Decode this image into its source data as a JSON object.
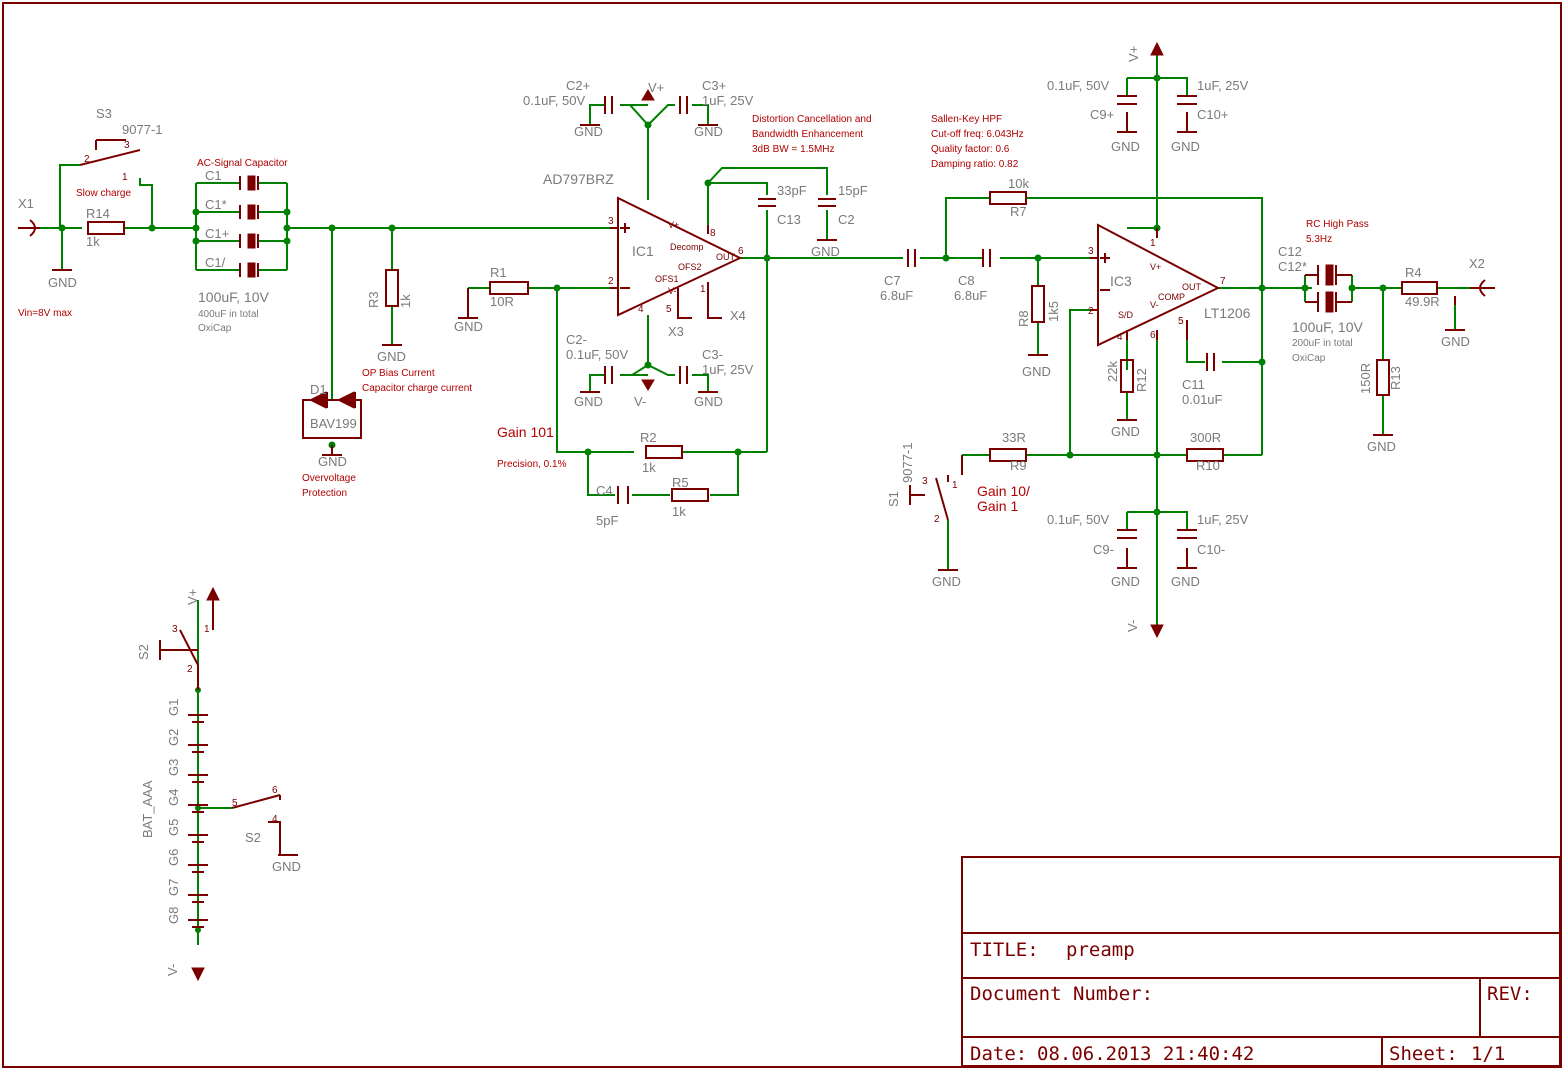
{
  "title_block": {
    "title_label": "TITLE:",
    "title": "preamp",
    "docnum_label": "Document Number:",
    "rev_label": "REV:",
    "date_label": "Date:",
    "date": "08.06.2013 21:40:42",
    "sheet_label": "Sheet:",
    "sheet": "1/1"
  },
  "components": {
    "X1": "X1",
    "X2": "X2",
    "X3": "X3",
    "X4": "X4",
    "S1": "S1",
    "S2": "S2",
    "S3": "S3",
    "S9077": "9077-1",
    "R14": "R14",
    "R14_val": "1k",
    "R3": "R3",
    "R3_val": "1k",
    "R1": "R1",
    "R1_val": "10R",
    "R2": "R2",
    "R2_val": "1k",
    "R5": "R5",
    "R5_val": "1k",
    "R7": "R7",
    "R7_val": "10k",
    "R8": "R8",
    "R8_val": "1k5",
    "R9": "R9",
    "R9_val": "33R",
    "R10": "R10",
    "R10_val": "300R",
    "R12": "R12",
    "R12_val": "22k",
    "R13": "R13",
    "R13_val": "150R",
    "R4": "R4",
    "R4_val": "49.9R",
    "C1": "C1",
    "C1s": "C1*",
    "C1p": "C1+",
    "C1sl": "C1/",
    "C1_val": "100uF, 10V",
    "C1_note1": "400uF in total",
    "C1_note2": "OxiCap",
    "C2p": "C2+",
    "C2p_val": "0.1uF, 50V",
    "C3p": "C3+",
    "C3p_val": "1uF, 25V",
    "C2m": "C2-",
    "C2m_val": "0.1uF, 50V",
    "C3m": "C3-",
    "C3m_val": "1uF, 25V",
    "C13": "C13",
    "C13_val": "33pF",
    "C2": "C2",
    "C2_val": "15pF",
    "C4": "C4",
    "C4_val": "5pF",
    "C7": "C7",
    "C7_val": "6.8uF",
    "C8": "C8",
    "C8_val": "6.8uF",
    "C9p": "C9+",
    "C9p_val": "0.1uF, 50V",
    "C10p": "C10+",
    "C10p_val": "1uF, 25V",
    "C9m": "C9-",
    "C9m_val": "0.1uF, 50V",
    "C10m": "C10-",
    "C10m_val": "1uF, 25V",
    "C11": "C11",
    "C11_val": "0.01uF",
    "C12": "C12",
    "C12s": "C12*",
    "C12_val": "100uF, 10V",
    "C12_note1": "200uF in total",
    "C12_note2": "OxiCap",
    "D1": "D1",
    "D1_val": "BAV199",
    "IC1": "IC1",
    "IC1_part": "AD797BRZ",
    "IC3": "IC3",
    "IC3_part": "LT1206",
    "BAT": "BAT_AAA",
    "G1": "G1",
    "G2": "G2",
    "G3": "G3",
    "G4": "G4",
    "G5": "G5",
    "G6": "G6",
    "G7": "G7",
    "G8": "G8"
  },
  "nets": {
    "gnd": "GND",
    "vplus": "V+",
    "vminus": "V-"
  },
  "notes": {
    "vin": "Vin=8V max",
    "slow_charge": "Slow charge",
    "ac_cap": "AC-Signal Capacitor",
    "op_bias1": "OP Bias Current",
    "op_bias2": "Capacitor charge current",
    "overvolt1": "Overvoltage",
    "overvolt2": "Protection",
    "distortion1": "Distortion Cancellation and",
    "distortion2": "Bandwidth Enhancement",
    "distortion3": "3dB BW = 1.5MHz",
    "gain101": "Gain 101",
    "precision": "Precision, 0.1%",
    "sk1": "Sallen-Key HPF",
    "sk2": "Cut-off freq: 6.043Hz",
    "sk3": "Quality factor: 0.6",
    "sk4": "Damping ratio: 0.82",
    "rc1": "RC High Pass",
    "rc2": "5.3Hz",
    "gain10": "Gain 10/",
    "gain1": "Gain 1"
  },
  "pins": {
    "ic1_vp": "V+",
    "ic1_vm": "V-",
    "decomp": "Decomp",
    "out": "OUT",
    "ofs2": "OFS2",
    "ofs1": "OFS1",
    "p3": "3",
    "p2": "2",
    "p6": "6",
    "p8": "8",
    "p4": "4",
    "p5": "5",
    "p1": "1",
    "p7": "7",
    "comp": "COMP",
    "sd": "S/D",
    "plus": "+",
    "minus": "-"
  }
}
